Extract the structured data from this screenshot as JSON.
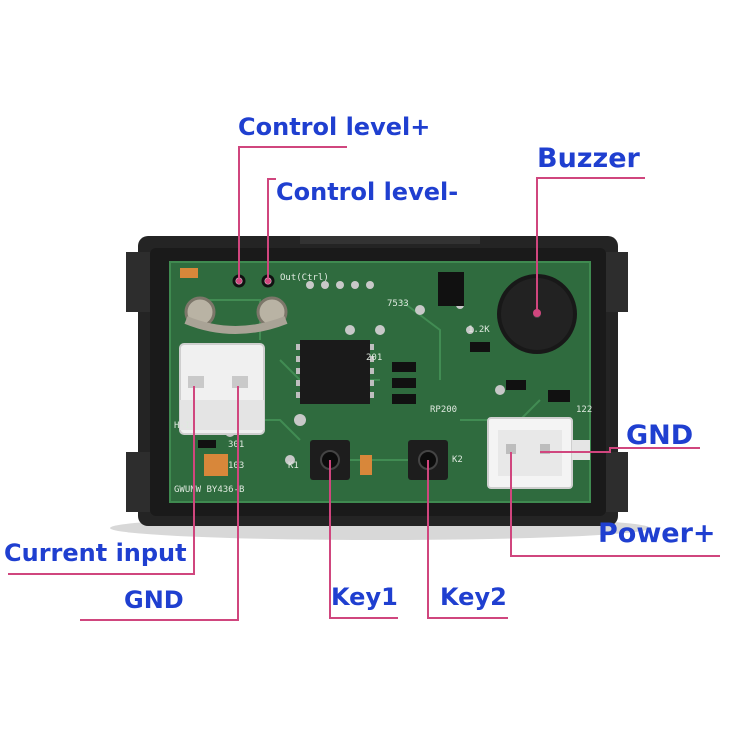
{
  "labels": {
    "control_level_plus": "Control level+",
    "control_level_minus": "Control level-",
    "buzzer": "Buzzer",
    "gnd_right": "GND",
    "power_plus": "Power+",
    "current_input": "Current input",
    "gnd_left": "GND",
    "key1": "Key1",
    "key2": "Key2"
  },
  "pcb_silkscreen": {
    "part_number": "GWUNW  BY436-B",
    "ic_7533": "7533",
    "k1": "K1",
    "k2": "K2",
    "out_ctrl": "Out(Ctrl)",
    "r_12k": "1.2K",
    "r_rp200": "RP200",
    "r_301": "301",
    "r_103": "103",
    "r_201": "201",
    "r_122": "122",
    "hi": "H-I"
  },
  "colors": {
    "label_text": "#1f3fd0",
    "leader_line": "#d0467e",
    "pcb_green": "#2f6b3e",
    "housing": "#2a2a2a"
  }
}
